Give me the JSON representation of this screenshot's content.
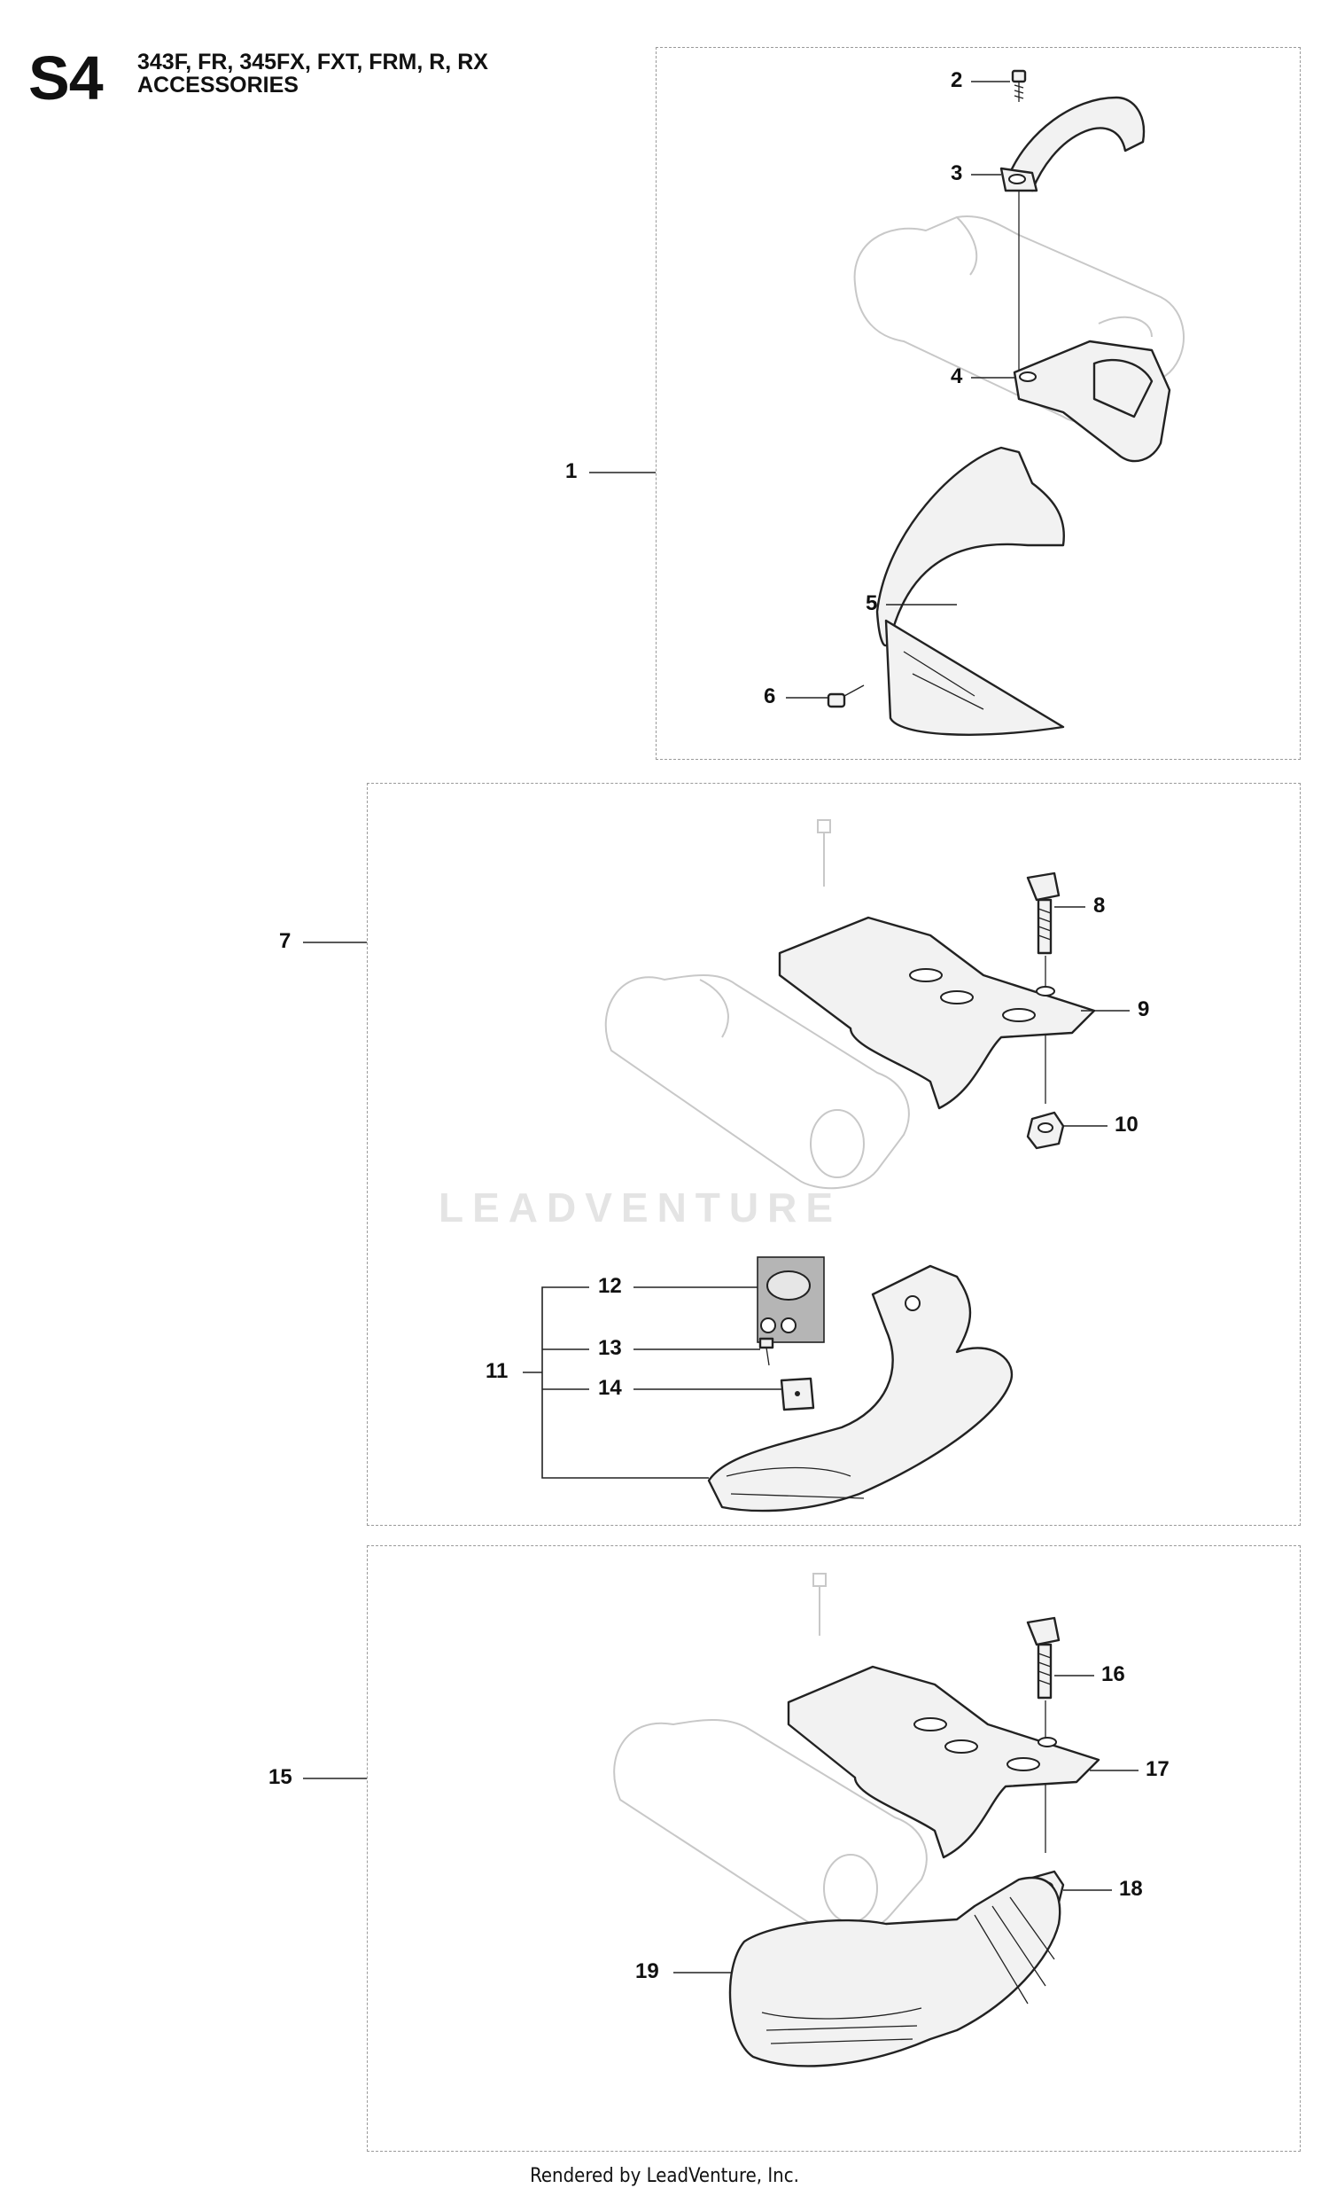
{
  "header": {
    "section_code": "S4",
    "models": "343F, FR, 345FX, FXT, FRM, R, RX",
    "title": "ACCESSORIES"
  },
  "callouts": [
    "1",
    "2",
    "3",
    "4",
    "5",
    "6",
    "7",
    "8",
    "9",
    "10",
    "11",
    "12",
    "13",
    "14",
    "15",
    "16",
    "17",
    "18",
    "19"
  ],
  "watermark": "LEADVENTURE",
  "footer": "Rendered by LeadVenture, Inc."
}
